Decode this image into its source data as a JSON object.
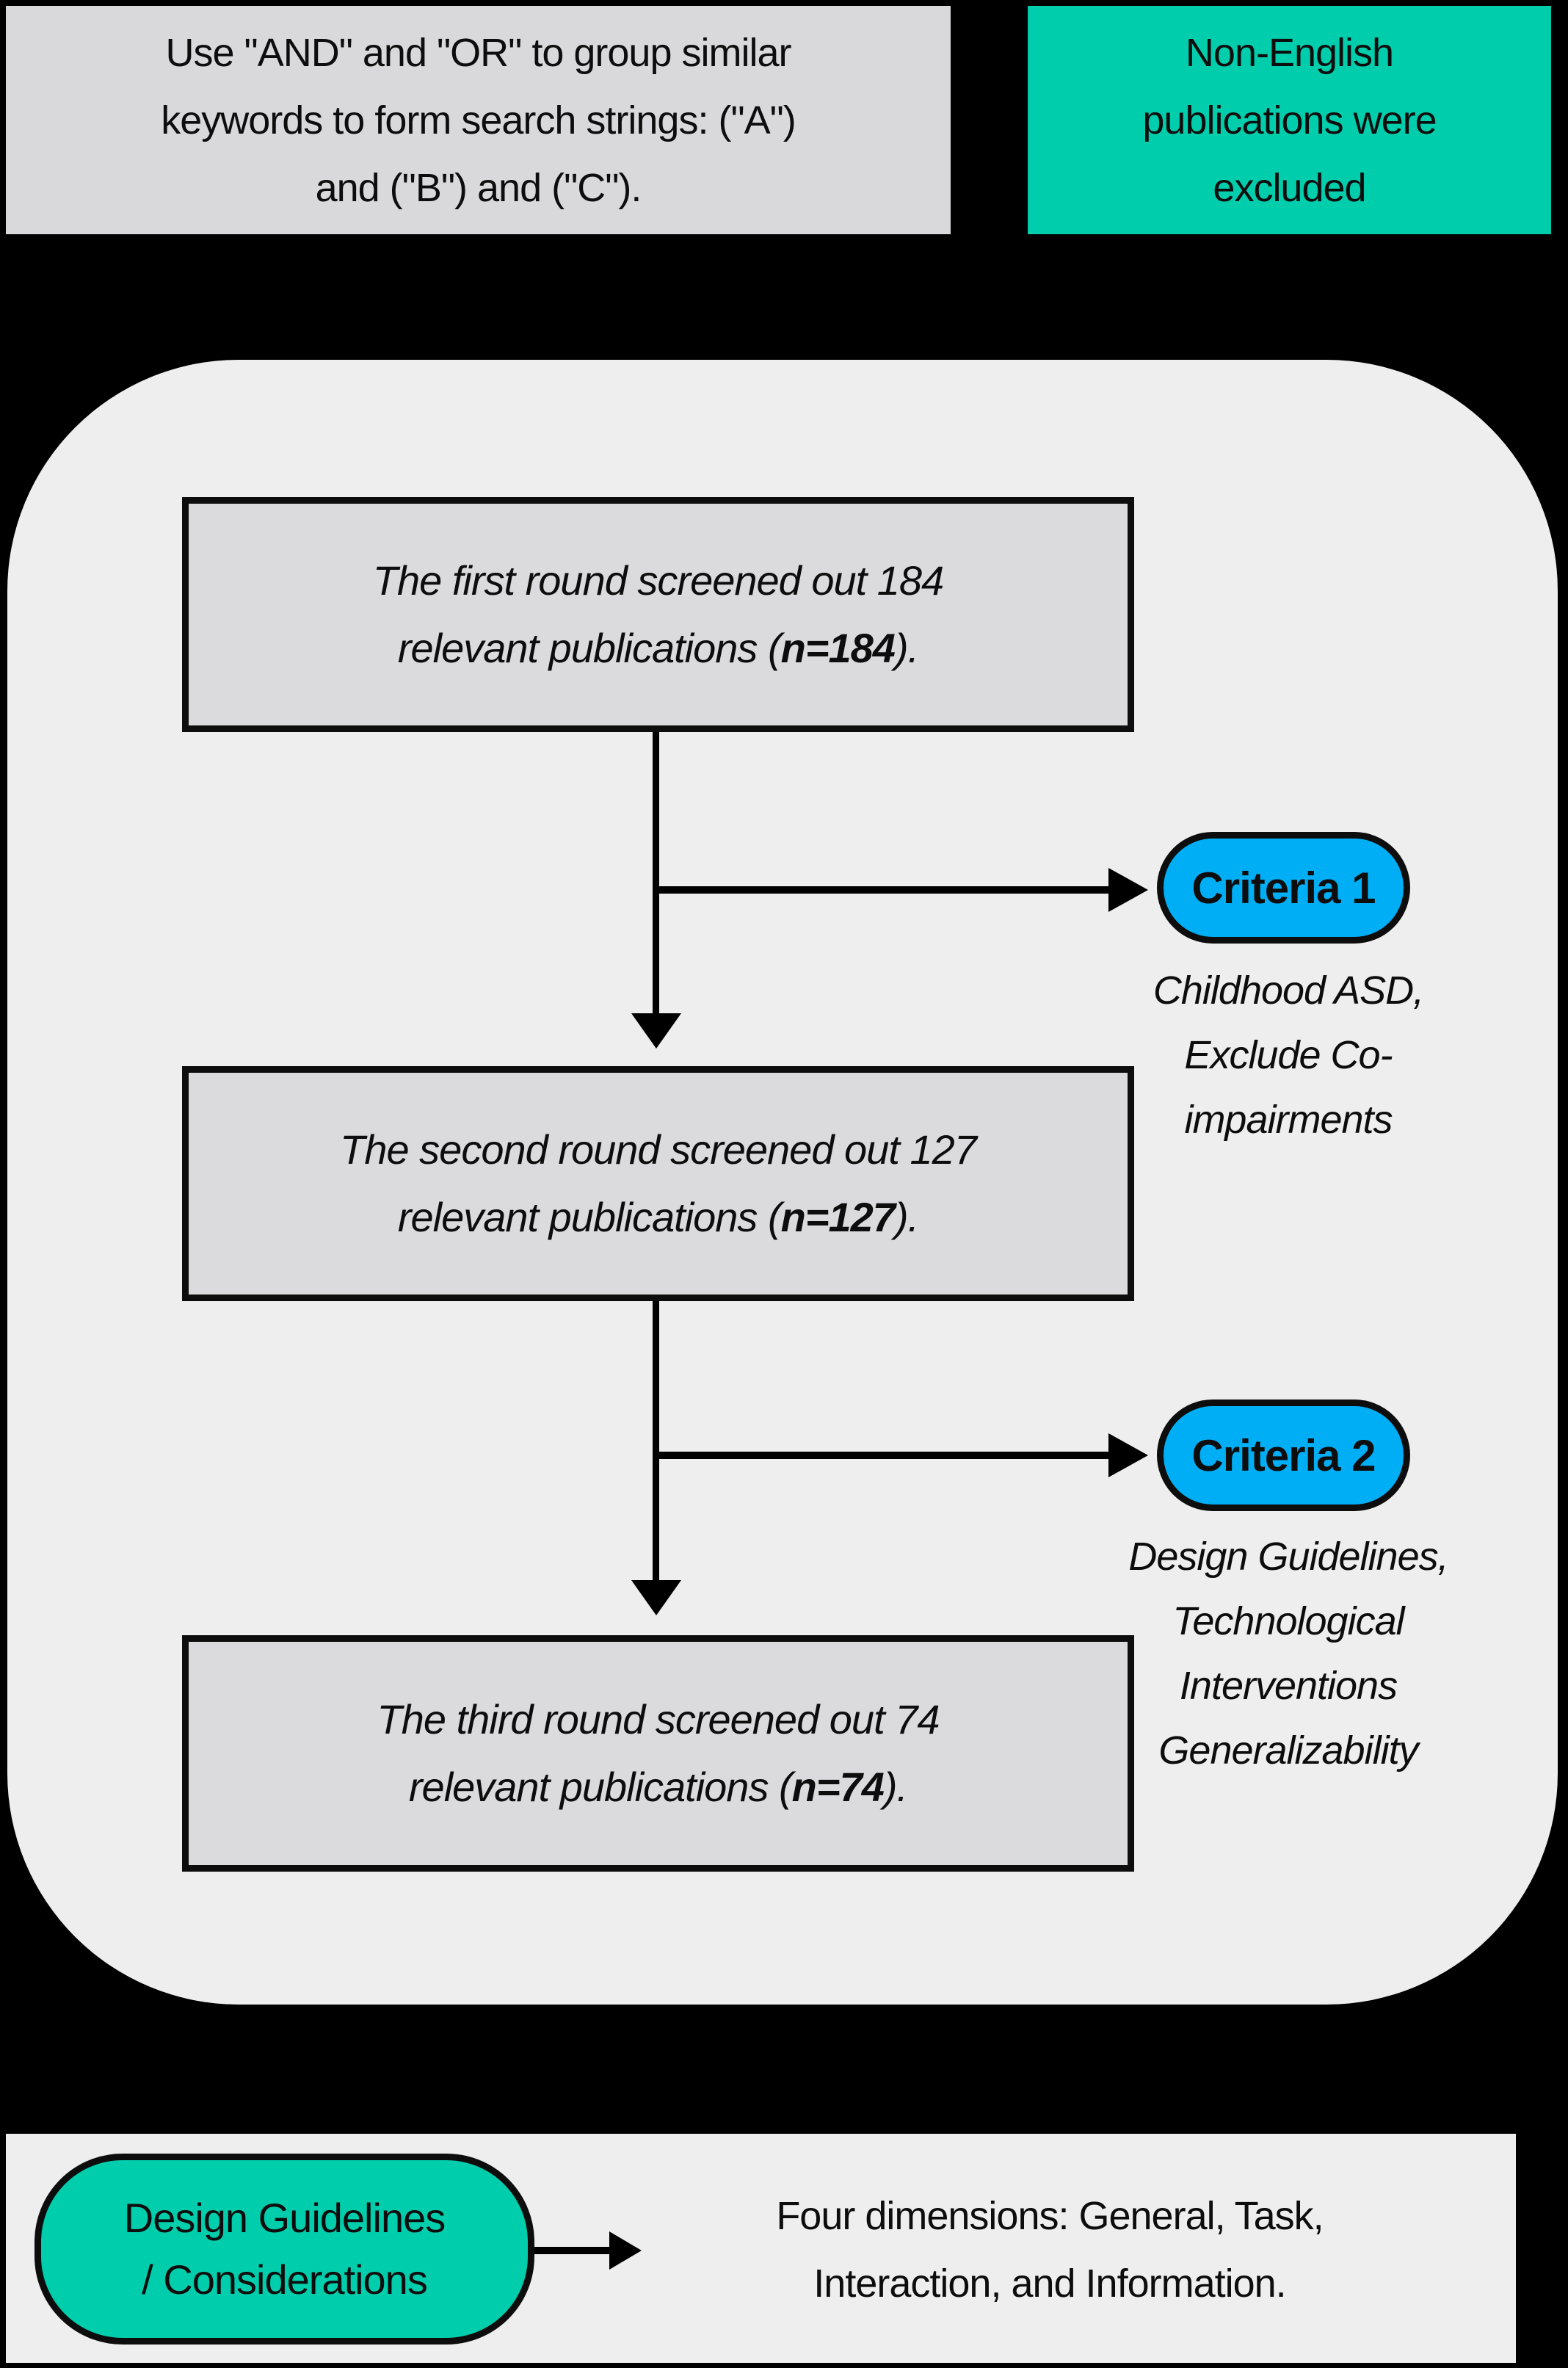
{
  "top_notes": {
    "search_tip": {
      "lines": [
        "Use \"AND\" and \"OR\" to group similar",
        "keywords to form search strings: (\"A\")",
        "and (\"B\") and (\"C\")."
      ]
    },
    "exclusion": {
      "lines": [
        "Non-English",
        "publications were",
        "excluded"
      ]
    }
  },
  "flow": {
    "rounds": [
      {
        "line1": "The first round screened out 184",
        "line2_pre": "relevant publications (",
        "line2_bold": "n=184",
        "line2_post": ")."
      },
      {
        "line1": "The second round screened out 127",
        "line2_pre": "relevant publications (",
        "line2_bold": "n=127",
        "line2_post": ")."
      },
      {
        "line1": "The third round screened out 74",
        "line2_pre": "relevant publications (",
        "line2_bold": "n=74",
        "line2_post": ")."
      }
    ],
    "criteria": [
      {
        "label": "Criteria 1",
        "lines": [
          "Childhood ASD,",
          "Exclude Co-",
          "impairments"
        ]
      },
      {
        "label": "Criteria 2",
        "lines": [
          "Design Guidelines,",
          "Technological",
          "Interventions",
          "Generalizability"
        ]
      }
    ]
  },
  "bottom": {
    "pill_lines": [
      "Design Guidelines",
      "/ Considerations"
    ],
    "result_lines": [
      "Four dimensions: General, Task,",
      "Interaction, and Information."
    ]
  },
  "palette": {
    "background": "#000000",
    "panel_gray": "#eeeeef",
    "note_gray": "#d9d9db",
    "box_gray": "#dbdbde",
    "teal": "#00cdab",
    "blue": "#00aef5",
    "stroke": "#0d0d0d"
  }
}
